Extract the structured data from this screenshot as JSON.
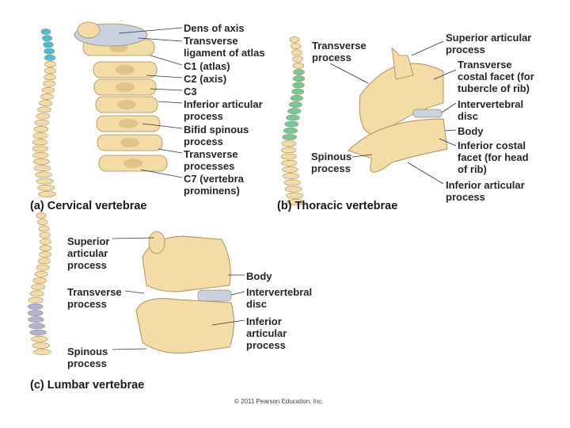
{
  "panels": [
    {
      "id": "cervical",
      "caption": "(a) Cervical vertebrae",
      "labels": [
        "Dens of axis",
        "Transverse\nligament of atlas",
        "C1 (atlas)",
        "C2 (axis)",
        "C3",
        "Inferior articular\nprocess",
        "Bifid spinous\nprocess",
        "Transverse\nprocesses",
        "C7 (vertebra\nprominens)"
      ]
    },
    {
      "id": "thoracic",
      "caption": "(b) Thoracic vertebrae",
      "labels": [
        "Transverse\nprocess",
        "Superior articular\nprocess",
        "Transverse\ncostal facet (for\ntubercle of rib)",
        "Intervertebral\ndisc",
        "Body",
        "Inferior costal\nfacet (for head\nof rib)",
        "Inferior articular\nprocess",
        "Spinous\nprocess"
      ]
    },
    {
      "id": "lumbar",
      "caption": "(c) Lumbar vertebrae",
      "labels": [
        "Superior\narticular\nprocess",
        "Transverse\nprocess",
        "Spinous\nprocess",
        "Body",
        "Intervertebral\ndisc",
        "Inferior\narticular\nprocess"
      ]
    }
  ],
  "copyright": "© 2011 Pearson Education, Inc.",
  "colors": {
    "bone": "#f3dca6",
    "bone_shade": "#d2b277",
    "bone_edge": "#a98a54",
    "cervical_highlight": "#41bfe0",
    "thoracic_highlight": "#6fcc9a",
    "lumbar_highlight": "#aeb3dc",
    "disc": "#c9d3de",
    "leader": "#333333"
  }
}
